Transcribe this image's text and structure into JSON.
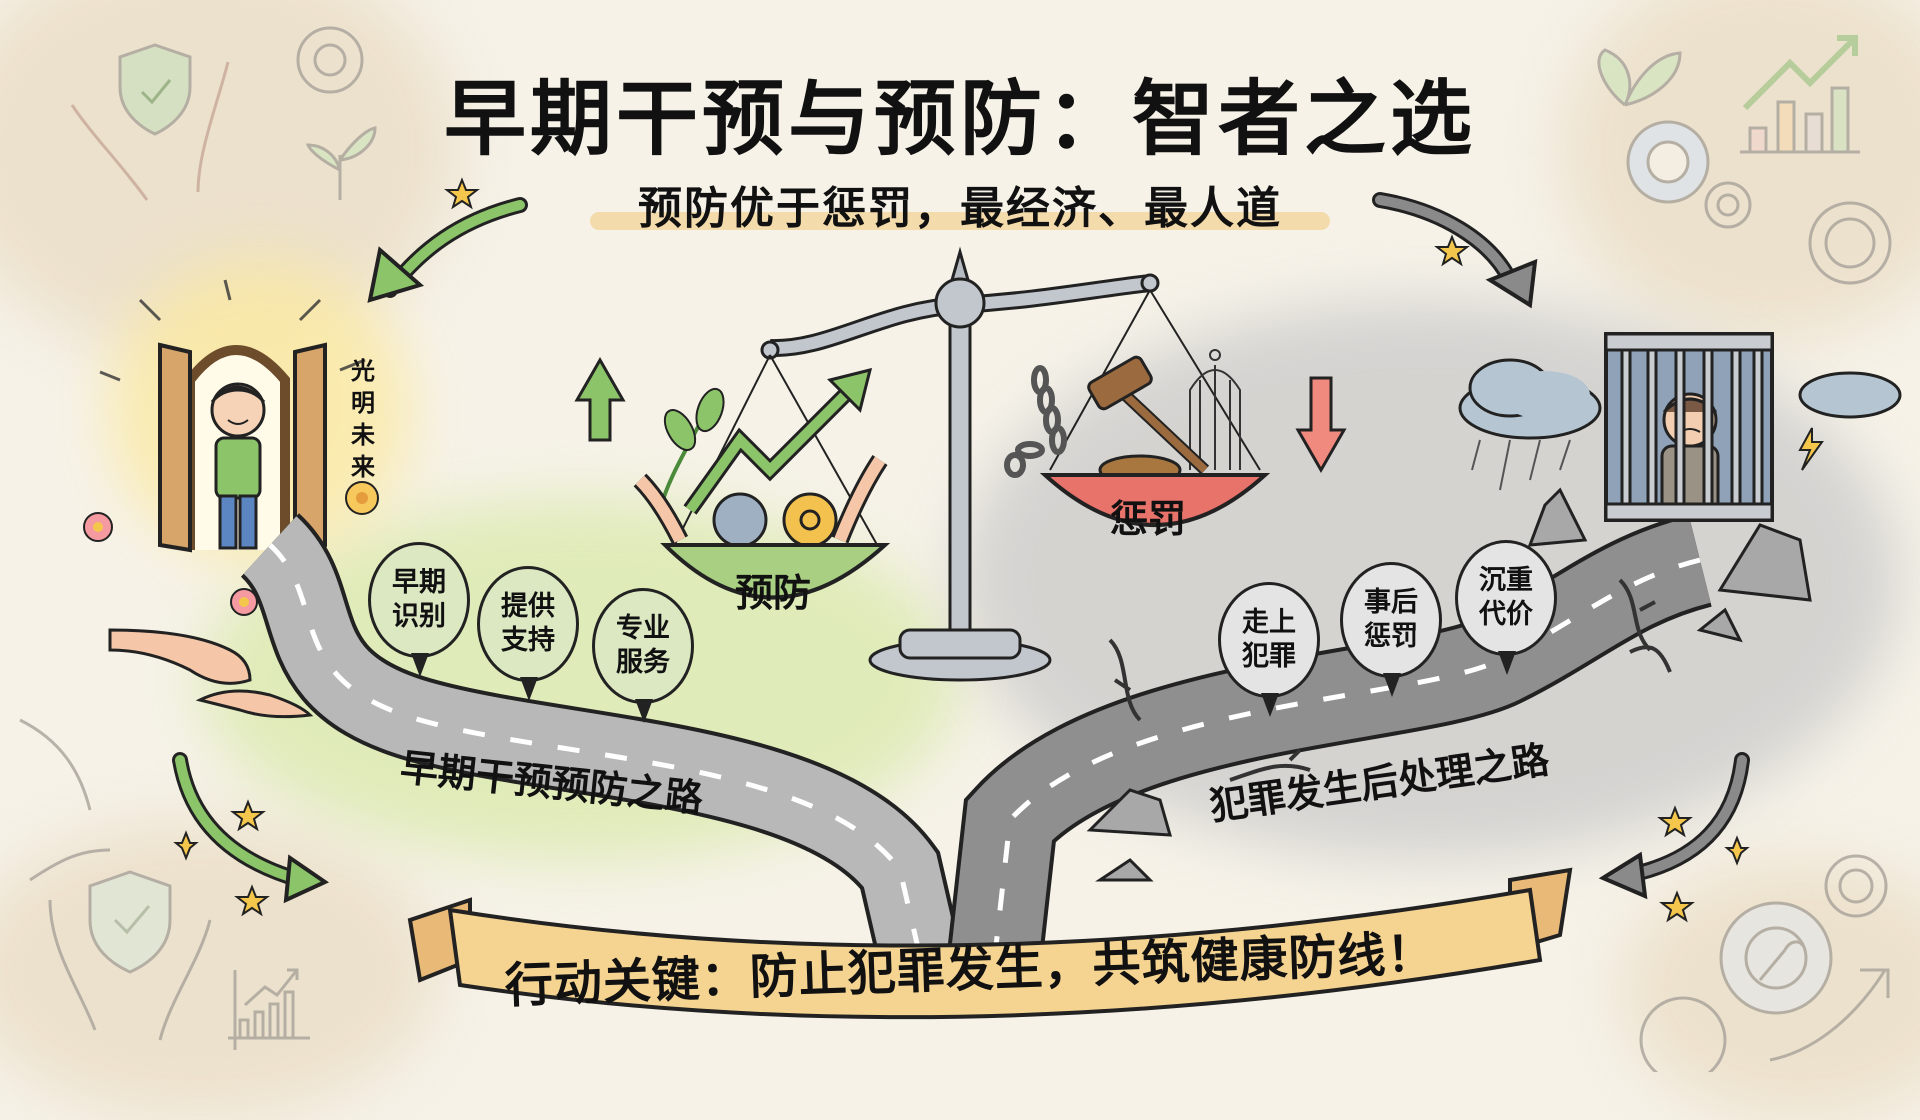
{
  "header": {
    "title": "早期干预与预防：智者之选",
    "subtitle": "预防优于惩罚，最经济、最人道"
  },
  "left_scene": {
    "door_caption": "光明未来",
    "bubbles": [
      {
        "label": "早期识别"
      },
      {
        "label": "提供支持"
      },
      {
        "label": "专业服务"
      }
    ],
    "road_label": "早期干预预防之路",
    "arrow_color": "#8cc46a"
  },
  "scale": {
    "left_pan_label": "预防",
    "right_pan_label": "惩罚",
    "left_pan_color": "#a9cf82",
    "right_pan_color": "#e8736a",
    "up_arrow_color": "#8cc46a",
    "down_arrow_color": "#f08a7e"
  },
  "right_scene": {
    "bubbles": [
      {
        "label": "走上犯罪"
      },
      {
        "label": "事后惩罚"
      },
      {
        "label": "沉重代价"
      }
    ],
    "road_label": "犯罪发生后处理之路",
    "arrow_color": "#8a8a8a"
  },
  "banner": {
    "text": "行动关键：防止犯罪发生，共筑健康防线！",
    "color": "#f5d491"
  },
  "decorations": {
    "icons": [
      "shield-check-icon",
      "caring-hands-icon",
      "gear-icon",
      "sprout-icon",
      "growth-chart-icon",
      "wrench-gear-icon",
      "star-icon"
    ]
  }
}
